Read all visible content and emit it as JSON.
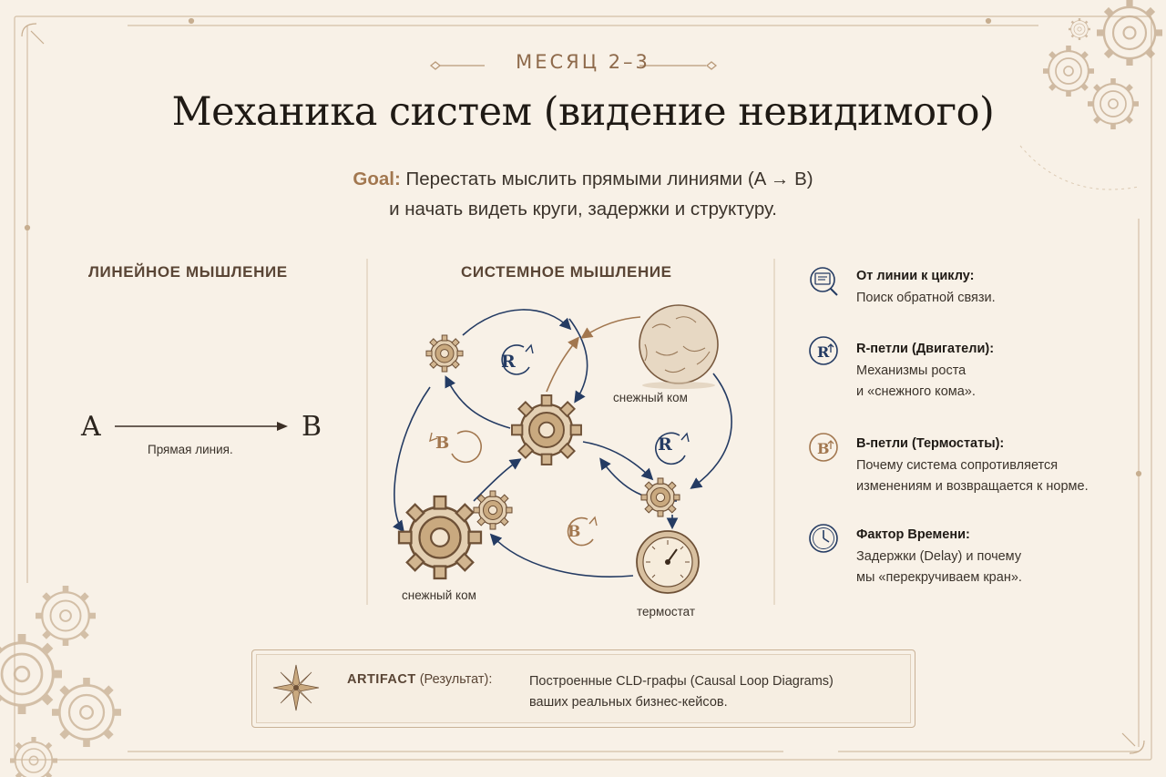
{
  "header": {
    "month": "МЕСЯЦ 2–3",
    "title": "Механика систем (видение невидимого)",
    "goal_label": "Goal:",
    "goal_line1": "Перестать мыслить прямыми линиями (A → B)",
    "goal_line2": "и начать видеть круги, задержки и структуру."
  },
  "linear": {
    "heading": "ЛИНЕЙНОЕ МЫШЛЕНИЕ",
    "a": "A",
    "b": "B",
    "caption": "Прямая линия."
  },
  "systems": {
    "heading": "СИСТЕМНОЕ МЫШЛЕНИЕ",
    "label_snowball_top": "снежный ком",
    "label_snowball_bottom": "снежный ком",
    "label_thermostat": "термостат",
    "loop_r": "R",
    "loop_b": "B"
  },
  "legend": [
    {
      "icon": "magnifier-icon",
      "title": "От линии к циклу:",
      "text": [
        "Поиск обратной связи."
      ]
    },
    {
      "icon": "r-loop-icon",
      "glyph": "R",
      "title": "R-петли (Двигатели):",
      "text": [
        "Механизмы роста",
        "и «снежного кома»."
      ]
    },
    {
      "icon": "b-loop-icon",
      "glyph": "B",
      "title": "B-петли (Термостаты):",
      "text": [
        "Почему система сопротивляется",
        "изменениям и возвращается к норме."
      ]
    },
    {
      "icon": "clock-icon",
      "title": "Фактор Времени:",
      "text": [
        "Задержки (Delay) и почему",
        "мы «перекручиваем кран»."
      ]
    }
  ],
  "artifact": {
    "label": "ARTIFACT",
    "label_suffix": "(Результат):",
    "line1": "Построенные CLD-графы (Causal Loop Diagrams)",
    "line2": "ваших реальных бизнес-кейсов."
  },
  "colors": {
    "background": "#f8f1e7",
    "navy": "#243b63",
    "bronze": "#a2774f",
    "ink": "#1f1a15"
  }
}
